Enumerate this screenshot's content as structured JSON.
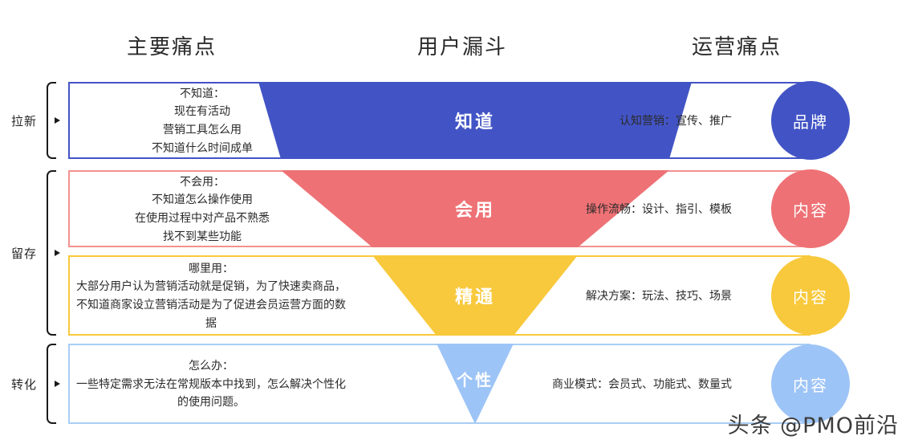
{
  "headers": {
    "pain_points": "主要痛点",
    "user_funnel": "用户漏斗",
    "ops_pain_points": "运营痛点"
  },
  "stages": [
    {
      "label": "拉新",
      "rows": 1
    },
    {
      "label": "留存",
      "rows": 2
    },
    {
      "label": "转化",
      "rows": 1
    }
  ],
  "colors": {
    "stage1": "#4254C5",
    "stage1_border": "#4254C5",
    "stage2": "#EE7175",
    "stage2_border": "#F2918F",
    "stage3": "#F8C93C",
    "stage3_border": "#F8C93C",
    "stage4": "#9DC4F7",
    "stage4_border": "#A9CEF5"
  },
  "rows": [
    {
      "pain_title": "不知道：",
      "pain_lines": [
        "现在有活动",
        "营销工具怎么用",
        "不知道什么时间成单"
      ],
      "funnel_label": "知道",
      "ops_text": "认知营销：宣传、推广",
      "badge_label": "品牌",
      "color": "#4254C5"
    },
    {
      "pain_title": "不会用：",
      "pain_lines": [
        "不知道怎么操作使用",
        "在使用过程中对产品不熟悉",
        "找不到某些功能"
      ],
      "funnel_label": "会用",
      "ops_text": "操作流畅：设计、指引、模板",
      "badge_label": "内容",
      "color": "#EE7175"
    },
    {
      "pain_title": "哪里用：",
      "pain_lines": [
        "大部分用户认为营销活动就是促销，为了快速卖商品，不知道商家设立营销活动是为了促进会员运营方面的数据"
      ],
      "funnel_label": "精通",
      "ops_text": "解决方案：玩法、技巧、场景",
      "badge_label": "内容",
      "color": "#F8C93C"
    },
    {
      "pain_title": "怎么办：",
      "pain_lines": [
        "一些特定需求无法在常规版本中找到，怎么解决个性化的使用问题。"
      ],
      "funnel_label": "个性",
      "ops_text": "商业模式：会员式、功能式、数量式",
      "badge_label": "内容",
      "color": "#9DC4F7"
    }
  ],
  "watermark": "头条 @PMO前沿"
}
